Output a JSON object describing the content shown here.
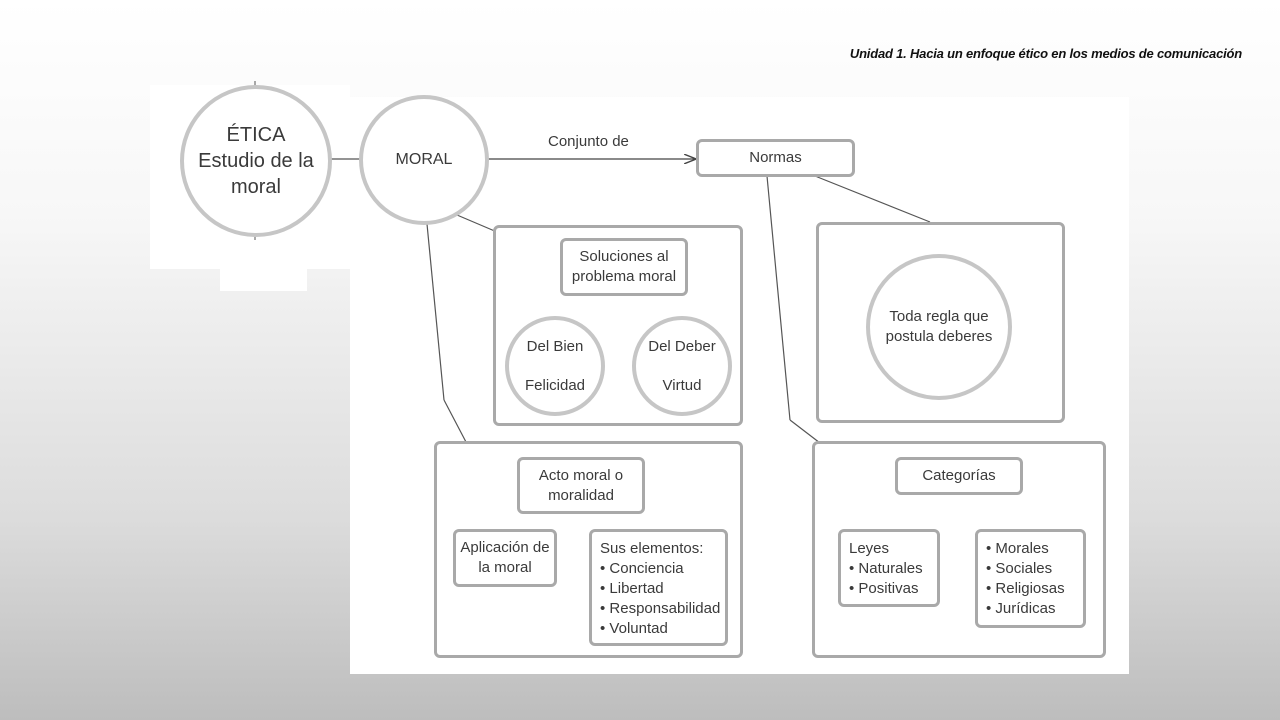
{
  "header": {
    "title": "Unidad 1. Hacia un enfoque ético en los medios de comunicación"
  },
  "diagram": {
    "etica": {
      "line1": "ÉTICA",
      "line2": "Estudio de la",
      "line3": "moral"
    },
    "moral": {
      "label": "MORAL"
    },
    "edge_label": "Conjunto de",
    "normas": {
      "label": "Normas"
    },
    "soluciones": {
      "title_line1": "Soluciones al",
      "title_line2": "problema moral",
      "bien": {
        "line1": "Del Bien",
        "line2": "Felicidad"
      },
      "deber": {
        "line1": "Del Deber",
        "line2": "Virtud"
      }
    },
    "regla": {
      "line1": "Toda regla que",
      "line2": "postula deberes"
    },
    "acto": {
      "title_line1": "Acto moral o",
      "title_line2": "moralidad",
      "aplicacion": {
        "line1": "Aplicación de",
        "line2": "la moral"
      },
      "elementos": {
        "title": "Sus elementos:",
        "items": [
          "• Conciencia",
          "• Libertad",
          "• Responsabilidad",
          "• Voluntad"
        ]
      }
    },
    "categorias": {
      "title": "Categorías",
      "leyes": {
        "title": "Leyes",
        "items": [
          "• Naturales",
          "• Positivas"
        ]
      },
      "tipos": {
        "items": [
          "• Morales",
          "• Sociales",
          "• Religiosas",
          "• Jurídicas"
        ]
      }
    }
  },
  "colors": {
    "circle_border": "#c6c6c6",
    "box_border": "#a9a9a9",
    "text": "#3a3a3a",
    "line": "#555555"
  }
}
